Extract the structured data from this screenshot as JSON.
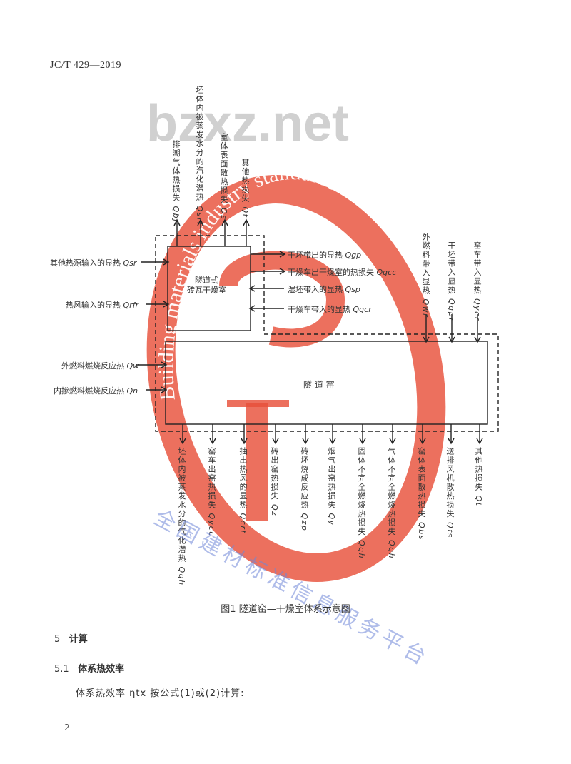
{
  "header": {
    "standard_no": "JC/T 429—2019"
  },
  "watermark": {
    "site": "bzxz.net",
    "ring_text_top": "Building materials industry standards",
    "ring_text_bottom": "全国建材标准信息服务平台",
    "accent": "#e8503a"
  },
  "diagram": {
    "dryer_box_label": "隧道式\n砖瓦干燥室",
    "kiln_label": "隧 道 窑",
    "top_outputs": [
      {
        "text": "排潮气体热损失",
        "sym": "Qbj"
      },
      {
        "text": "坯体内被蒸发水分的汽化潜热",
        "sym": "Qsrf"
      },
      {
        "text": "室体表面散热损失",
        "sym": "Qs"
      },
      {
        "text": "其他热损失",
        "sym": "Qt"
      }
    ],
    "left_inputs_dryer": [
      {
        "text": "其他热源输入的显热",
        "sym": "Qsr"
      },
      {
        "text": "热风输入的显热",
        "sym": "Qrfr"
      }
    ],
    "right_dryer": [
      {
        "text": "干坯带出的显热",
        "sym": "Qgp"
      },
      {
        "text": "干燥车出干燥室的热损失",
        "sym": "Qgcc"
      },
      {
        "text": "湿坯带入的显热",
        "sym": "Qsp"
      },
      {
        "text": "干燥车带入的显热",
        "sym": "Qgcr"
      }
    ],
    "right_kiln_inputs": [
      {
        "text": "外燃料带入显热",
        "sym": "Qwr"
      },
      {
        "text": "干坯带入显热",
        "sym": "Qgpr"
      },
      {
        "text": "窑车带入显热",
        "sym": "Qycr"
      }
    ],
    "left_inputs_kiln": [
      {
        "text": "外燃料燃烧反应热",
        "sym": "Qw"
      },
      {
        "text": "内掺燃料燃烧反应热",
        "sym": "Qn"
      }
    ],
    "bottom_outputs": [
      {
        "text": "坯体内被蒸发水分的气化潜热",
        "sym": "Qqh"
      },
      {
        "text": "窑车出窑热损失",
        "sym": "Qycc"
      },
      {
        "text": "抽出热风的显热",
        "sym": "Qcrf"
      },
      {
        "text": "砖出窑热损失",
        "sym": "Qz"
      },
      {
        "text": "砖坯烧成反应热",
        "sym": "Qzp"
      },
      {
        "text": "烟气出窑热损失",
        "sym": "Qy"
      },
      {
        "text": "固体不完全燃烧热损失",
        "sym": "Qgh"
      },
      {
        "text": "气体不完全燃烧热损失",
        "sym": "Qqh"
      },
      {
        "text": "窑体表面散热损失",
        "sym": "Qbs"
      },
      {
        "text": "送排风机散热损失",
        "sym": "Qfs"
      },
      {
        "text": "其他热损失",
        "sym": "Qt"
      }
    ]
  },
  "caption": "图1  隧道窑—干燥室体系示意图",
  "section": {
    "num": "5",
    "title": "计算"
  },
  "subsection": {
    "num": "5.1",
    "title": "体系热效率"
  },
  "paragraph": "体系热效率 ηtx 按公式(1)或(2)计算:",
  "page_number": "2"
}
